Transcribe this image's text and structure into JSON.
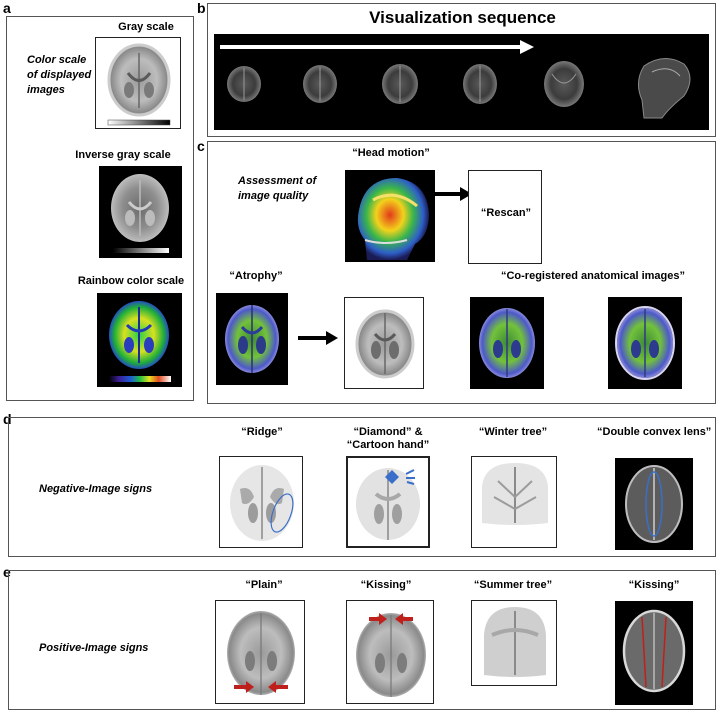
{
  "panel_labels": {
    "a": "a",
    "b": "b",
    "c": "c",
    "d": "d",
    "e": "e"
  },
  "panel_a": {
    "intro": [
      "Color scale",
      "of displayed",
      "images"
    ],
    "gray_scale": "Gray scale",
    "inverse_gray_scale": "Inverse gray scale",
    "rainbow_color_scale": "Rainbow color scale"
  },
  "panel_b": {
    "title": "Visualization sequence"
  },
  "panel_c": {
    "head_motion": "“Head motion”",
    "assessment": [
      "Assessment of",
      "image quality"
    ],
    "rescan": "“Rescan”",
    "atrophy": "“Atrophy”",
    "coregistered": "“Co-registered anatomical images”"
  },
  "panel_d": {
    "row_label": "Negative-Image signs",
    "signs": [
      "“Ridge”",
      "“Diamond” &",
      "“Cartoon hand”",
      "“Winter tree”",
      "“Double convex lens”"
    ]
  },
  "panel_e": {
    "row_label": "Positive-Image signs",
    "signs": [
      "“Plain”",
      "“Kissing”",
      "“Summer tree”",
      "“Kissing”"
    ]
  },
  "colors": {
    "dark_bg": "#000000",
    "arrow_red": "#c0201b",
    "annotation_blue": "#3a6fc9",
    "border": "#555555"
  }
}
